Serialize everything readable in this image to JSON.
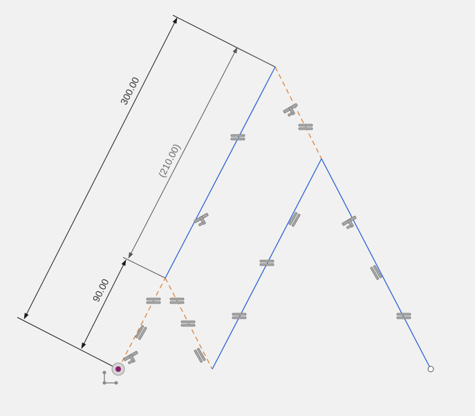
{
  "colors": {
    "background": "#f1f1f1",
    "sketch_line": "#2a62d6",
    "construction_line": "#d98a4e",
    "dimension": "#1a1a1a",
    "dimension_reference": "#555555",
    "constraint_glyph_fill": "#a8a8a8",
    "constraint_glyph_stroke": "#7a7a7a",
    "origin_point": "#8a1d6e"
  },
  "dimensions": {
    "overall": {
      "text": "300.00"
    },
    "reference": {
      "text": "(210.00)"
    },
    "short": {
      "text": "90.00"
    }
  },
  "icons": {
    "origin": "origin-point-icon",
    "axis": "sketch-axis-icon",
    "endpoint": "open-endpoint-icon",
    "equal": "equal-constraint-icon",
    "parallel": "parallel-constraint-icon",
    "perpendicular": "perpendicular-constraint-icon"
  }
}
